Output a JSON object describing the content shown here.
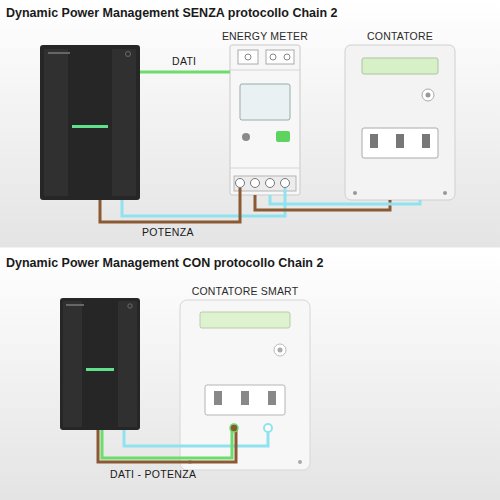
{
  "diagram": {
    "nodes": [
      {
        "text": [
          "ENERGY METER"
        ]
      },
      {
        "text": [
          "CONTATORE"
        ]
      },
      {
        "text": [
          "CONTATORE SMART"
        ]
      }
    ],
    "edges": [
      {
        "from": 0,
        "to": 1,
        "arrow": "none"
      },
      {
        "from": 0,
        "to": 1,
        "arrow": "none"
      }
    ],
    "labels": [
      "Dynamic Power Management SENZA protocollo Chain 2",
      "DATI",
      "POTENZA",
      "Dynamic Power Management CON protocollo Chain 2",
      "DATI - POTENZA"
    ]
  }
}
